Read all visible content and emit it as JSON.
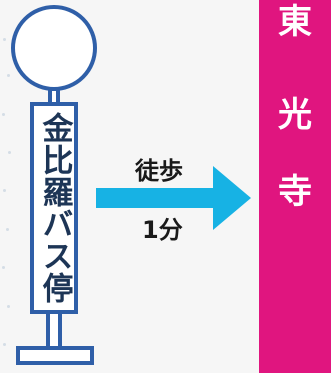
{
  "bus_stop": {
    "name": "金比羅バス停"
  },
  "route": {
    "mode": "徒歩",
    "duration": "1分"
  },
  "destination": {
    "chars": [
      "東",
      "光",
      "寺"
    ],
    "color": "#e0157f"
  },
  "colors": {
    "stop_outline": "#2f5fa8",
    "stop_fill": "#ffffff",
    "arrow": "#17b2e4",
    "background": "#f6f6f6"
  }
}
